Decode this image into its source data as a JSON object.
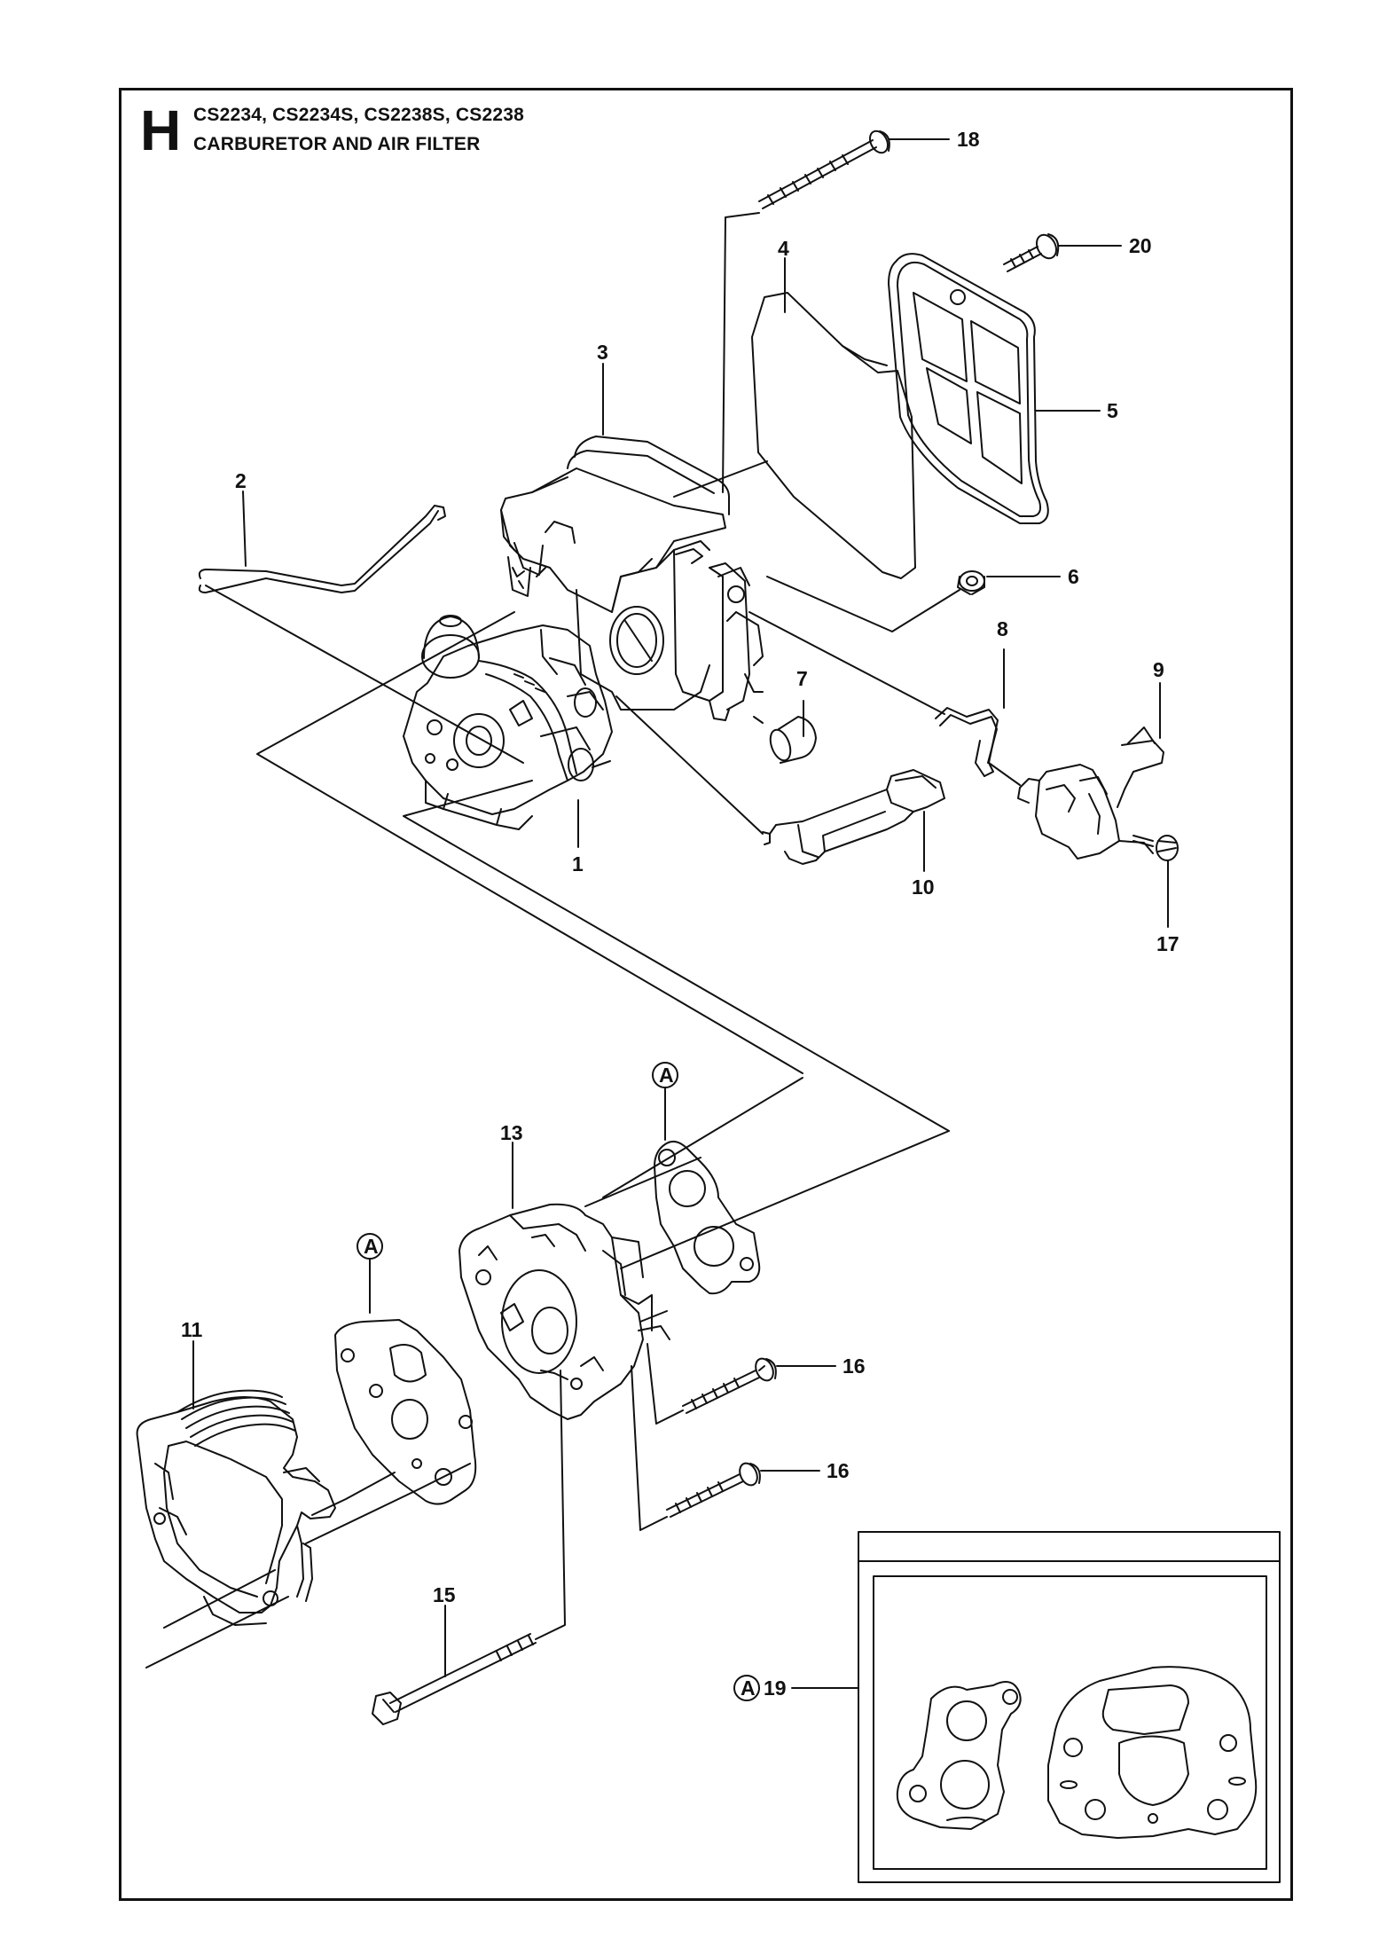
{
  "header": {
    "section_letter": "H",
    "models": "CS2234, CS2234S, CS2238S, CS2238",
    "subtitle": "CARBURETOR AND AIR FILTER"
  },
  "callouts": [
    {
      "id": "18",
      "label": "18"
    },
    {
      "id": "20",
      "label": "20"
    },
    {
      "id": "4",
      "label": "4"
    },
    {
      "id": "5",
      "label": "5"
    },
    {
      "id": "3",
      "label": "3"
    },
    {
      "id": "2",
      "label": "2"
    },
    {
      "id": "6",
      "label": "6"
    },
    {
      "id": "8",
      "label": "8"
    },
    {
      "id": "9",
      "label": "9"
    },
    {
      "id": "7",
      "label": "7"
    },
    {
      "id": "1",
      "label": "1"
    },
    {
      "id": "10",
      "label": "10"
    },
    {
      "id": "17",
      "label": "17"
    },
    {
      "id": "13",
      "label": "13"
    },
    {
      "id": "11",
      "label": "11"
    },
    {
      "id": "16a",
      "label": "16"
    },
    {
      "id": "16b",
      "label": "16"
    },
    {
      "id": "15",
      "label": "15"
    },
    {
      "id": "19",
      "label": "19"
    }
  ],
  "kit_marker": "A"
}
